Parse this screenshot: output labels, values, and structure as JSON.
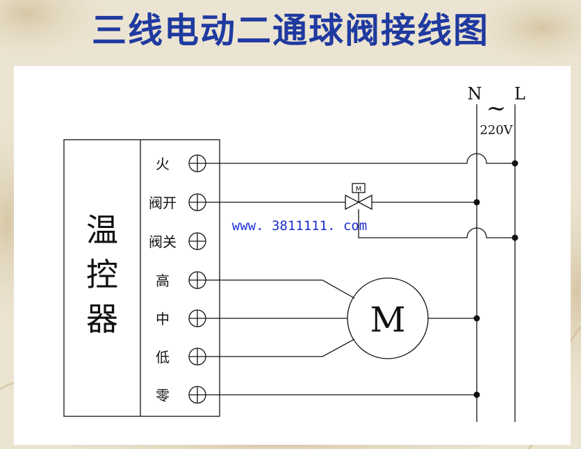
{
  "title": "三线电动二通球阀接线图",
  "controller": {
    "name_chars": [
      "温",
      "控",
      "器"
    ],
    "terminals": [
      "火",
      "阀开",
      "阀关",
      "高",
      "中",
      "低",
      "零"
    ]
  },
  "power": {
    "neutral": "N",
    "live": "L",
    "ac_symbol": "~",
    "voltage": "220V"
  },
  "valve": {
    "actuator_label": "M"
  },
  "motor": {
    "label": "M"
  },
  "watermark": "www. 3811111. com",
  "colors": {
    "title": "#1f3aa0",
    "watermark": "#1a2fd0",
    "line": "#111111"
  }
}
